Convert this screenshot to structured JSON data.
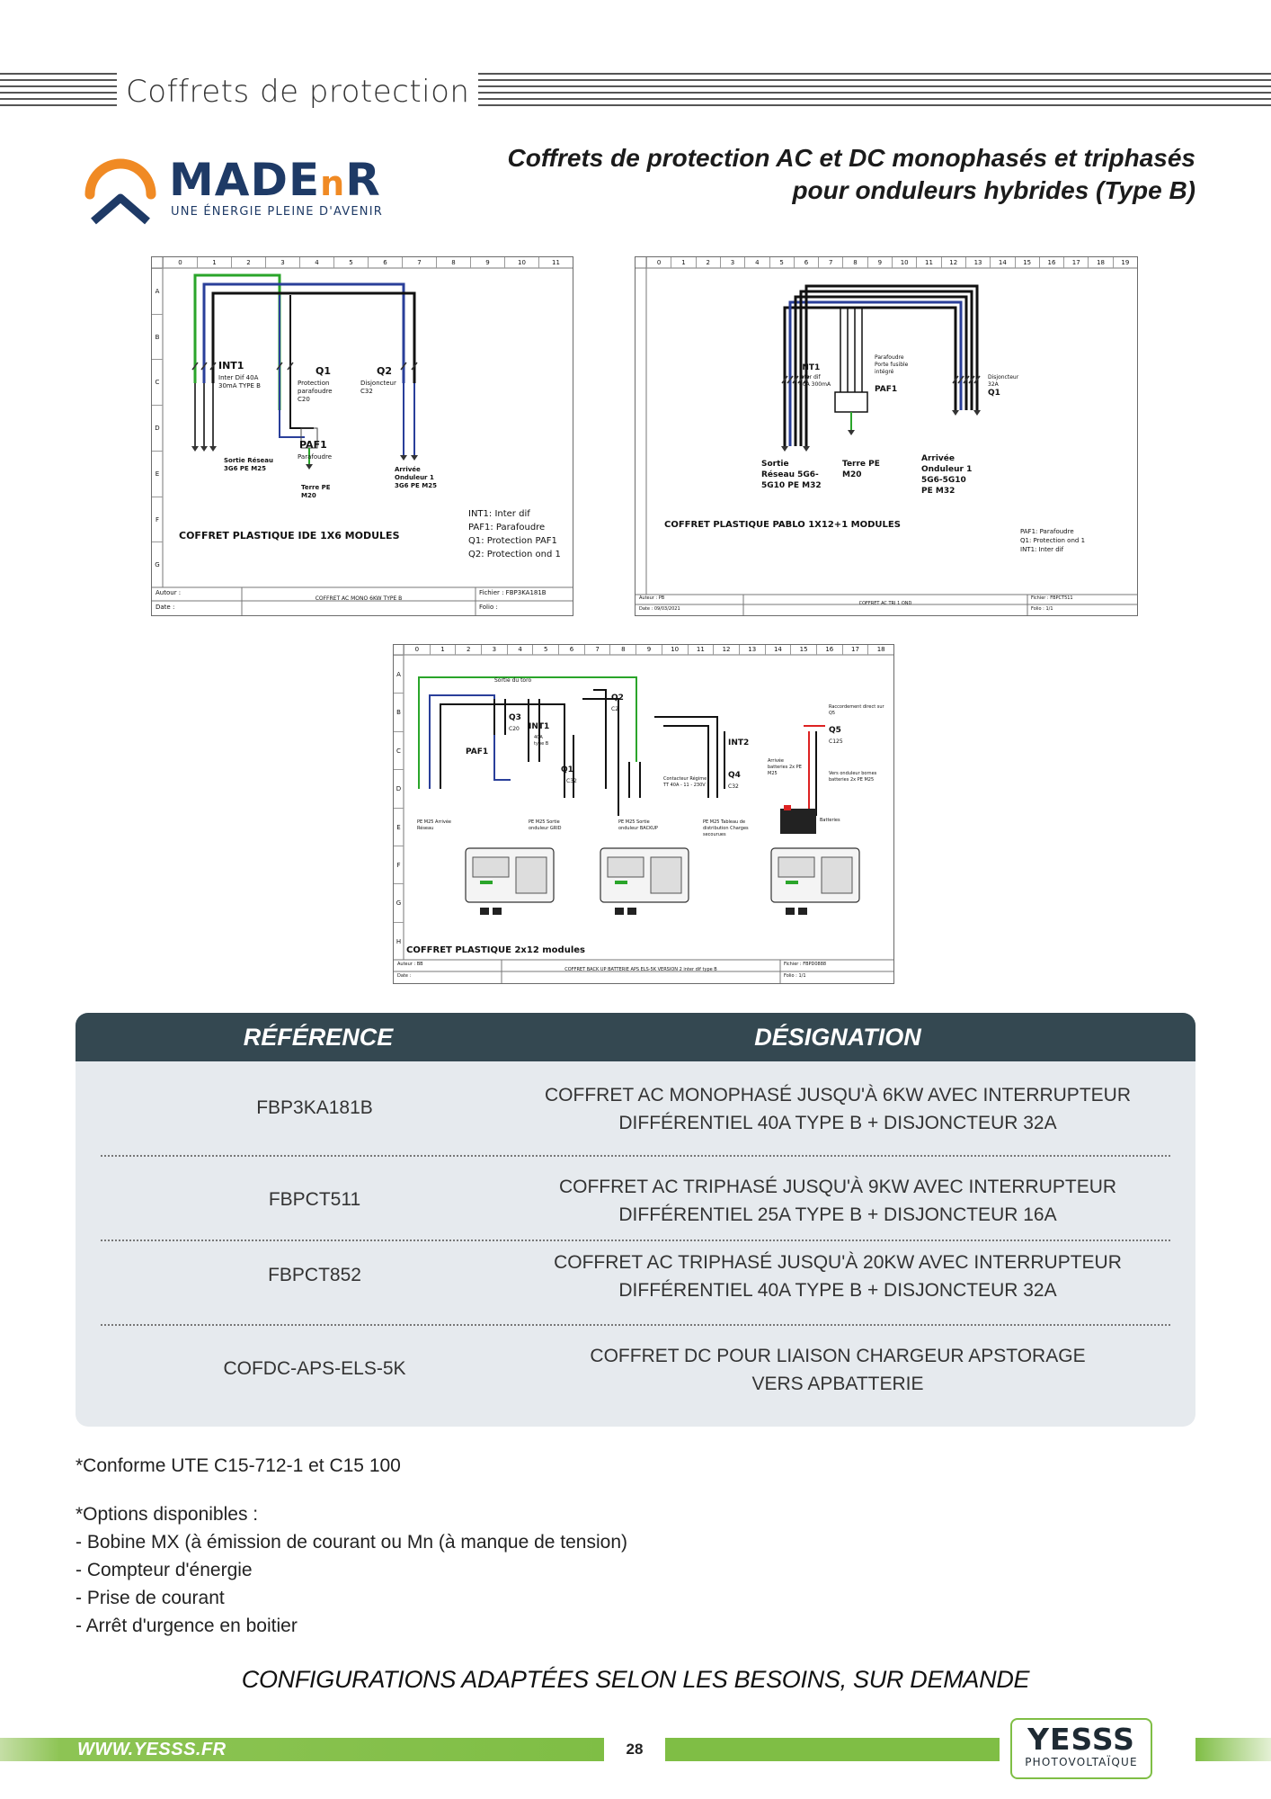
{
  "header": {
    "section_title": "Coffrets de protection"
  },
  "brand": {
    "name_part1": "MADE",
    "name_part2": "n",
    "name_part3": "R",
    "tagline": "UNE ÉNERGIE PLEINE D'AVENIR"
  },
  "headline": {
    "line1": "Coffrets de protection AC et DC monophasés et triphasés",
    "line2": "pour onduleurs hybrides (Type B)"
  },
  "diagrams": {
    "d1": {
      "cols": [
        "0",
        "1",
        "2",
        "3",
        "4",
        "5",
        "6",
        "7",
        "8",
        "9",
        "10",
        "11"
      ],
      "rows": [
        "A",
        "B",
        "C",
        "D",
        "E",
        "F",
        "G"
      ],
      "int1": "INT1",
      "int1_desc": "Inter Dif 40A 30mA TYPE B",
      "q1": "Q1",
      "q1_desc": "Protection parafoudre C20",
      "q2": "Q2",
      "q2_desc": "Disjoncteur C32",
      "paf1": "PAF1",
      "paf1_desc": "Parafoudre",
      "sortie": "Sortie Réseau 3G6 PE M25",
      "terre": "Terre PE M20",
      "arrivee": "Arrivée Onduleur 1 3G6 PE M25",
      "legend": [
        "INT1: Inter dif",
        "PAF1: Parafoudre",
        "Q1: Protection PAF1",
        "Q2: Protection ond 1"
      ],
      "box_title": "COFFRET PLASTIQUE IDE 1X6 MODULES",
      "footer_author": "Autour :",
      "footer_date": "Date :",
      "footer_name": "COFFRET AC MONO 6KW TYPE B",
      "footer_file": "Fichier : FBP3KA181B",
      "footer_folio": "Folio :"
    },
    "d2": {
      "cols": [
        "0",
        "1",
        "2",
        "3",
        "4",
        "5",
        "6",
        "7",
        "8",
        "9",
        "10",
        "11",
        "12",
        "13",
        "14",
        "15",
        "16",
        "17",
        "18",
        "19"
      ],
      "int1": "INT1",
      "int1_desc": "Inter dif 40A 300mA",
      "paf1": "PAF1",
      "paf1_desc": "Parafoudre Porte fusible intégré",
      "q1": "Q1",
      "q1_desc": "Disjoncteur 32A",
      "sortie": "Sortie Réseau 5G6-5G10 PE M32",
      "terre": "Terre PE M20",
      "arrivee": "Arrivée Onduleur 1 5G6-5G10 PE M32",
      "legend": [
        "PAF1: Parafoudre",
        "Q1: Protection ond 1",
        "INT1: Inter dif"
      ],
      "box_title": "COFFRET PLASTIQUE PABLO 1X12+1 MODULES",
      "footer_author": "Auteur : PB",
      "footer_date": "Date : 09/03/2021",
      "footer_name": "COFFRET AC TRI 1 OND",
      "footer_file": "Fichier : FBPCT511",
      "footer_folio": "Folio : 1/1"
    },
    "d3": {
      "cols": [
        "0",
        "1",
        "2",
        "3",
        "4",
        "5",
        "6",
        "7",
        "8",
        "9",
        "10",
        "11",
        "12",
        "13",
        "14",
        "15",
        "16",
        "17",
        "18"
      ],
      "rows": [
        "A",
        "B",
        "C",
        "D",
        "E",
        "F",
        "G",
        "H"
      ],
      "top_label": "Sortie du toro",
      "q3": "Q3",
      "q3_desc": "C20",
      "int1": "INT1",
      "int1_desc": "40A type B",
      "paf1": "PAF1",
      "q1": "Q1",
      "q1_desc": "C32",
      "q2": "Q2",
      "q2_desc": "C2",
      "int2": "INT2",
      "q4": "Q4",
      "q4_desc": "C32",
      "q5": "Q5",
      "q5_desc": "C125",
      "raccord": "Raccordement direct sur Q5",
      "arrivee_batt": "Arrivée batteries 2x PE M25",
      "vers_ond": "Vers onduleur bornes batteries 2x PE M25",
      "batteries": "Batteries",
      "contacteur": "Contacteur Régime TT 40A - 11 - 230V",
      "pe1": "PE M25 Arrivée Réseau",
      "pe2": "PE M25 Sortie onduleur GRID",
      "pe3": "PE M25 Sortie onduleur BACKUP",
      "pe4": "PE M25 Tableau de distribution Charges secourues",
      "box_title": "COFFRET PLASTIQUE 2x12 modules",
      "footer_author": "Auteur : BB",
      "footer_date": "Date :",
      "footer_name": "COFFRET BACK UP BATTERIE APS ELS-5K VERSION 2 inter dif type B",
      "footer_file": "Fichier : FBPD0888",
      "footer_folio": "Folio : 1/1"
    }
  },
  "table": {
    "headers": {
      "reference": "RÉFÉRENCE",
      "designation": "DÉSIGNATION"
    },
    "rows": [
      {
        "ref": "FBP3KA181B",
        "des1": "COFFRET AC MONOPHASÉ JUSQU'À 6KW AVEC INTERRUPTEUR",
        "des2": "DIFFÉRENTIEL 40A TYPE B + DISJONCTEUR 32A"
      },
      {
        "ref": "FBPCT511",
        "des1": "COFFRET AC TRIPHASÉ JUSQU'À 9KW AVEC INTERRUPTEUR",
        "des2": "DIFFÉRENTIEL 25A TYPE B + DISJONCTEUR 16A"
      },
      {
        "ref": "FBPCT852",
        "des1": "COFFRET AC TRIPHASÉ JUSQU'À 20KW AVEC INTERRUPTEUR",
        "des2": "DIFFÉRENTIEL 40A TYPE B + DISJONCTEUR 32A"
      },
      {
        "ref": "COFDC-APS-ELS-5K",
        "des1": "COFFRET DC POUR LIAISON CHARGEUR APSTORAGE",
        "des2": "VERS APBATTERIE"
      }
    ]
  },
  "notes": {
    "conforme": "*Conforme UTE C15-712-1 et C15 100",
    "options_title": "*Options disponibles :",
    "options": [
      "- Bobine MX (à émission de courant ou Mn (à manque de tension)",
      "- Compteur d'énergie",
      "- Prise de courant",
      "- Arrêt d'urgence en boitier"
    ]
  },
  "configurations": "CONFIGURATIONS ADAPTÉES SELON LES BESOINS, SUR DEMANDE",
  "footer": {
    "url": "WWW.YESSS.FR",
    "page": "28",
    "logo_name": "YESSS",
    "logo_sub": "PHOTOVOLTAÏQUE"
  },
  "colors": {
    "accent_green": "#7fbe45",
    "table_header": "#344851",
    "table_bg": "#e6eaee",
    "brand_navy": "#1e3a66",
    "brand_orange": "#f08a24"
  }
}
